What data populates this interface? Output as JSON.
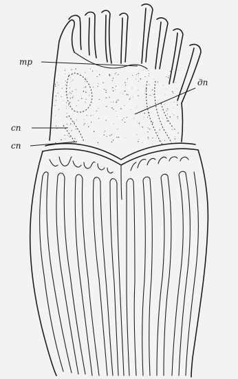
{
  "figure": {
    "labels": {
      "mp": "mp",
      "dp": "дп",
      "sp_upper": "сп",
      "sp_lower": "сп"
    }
  }
}
